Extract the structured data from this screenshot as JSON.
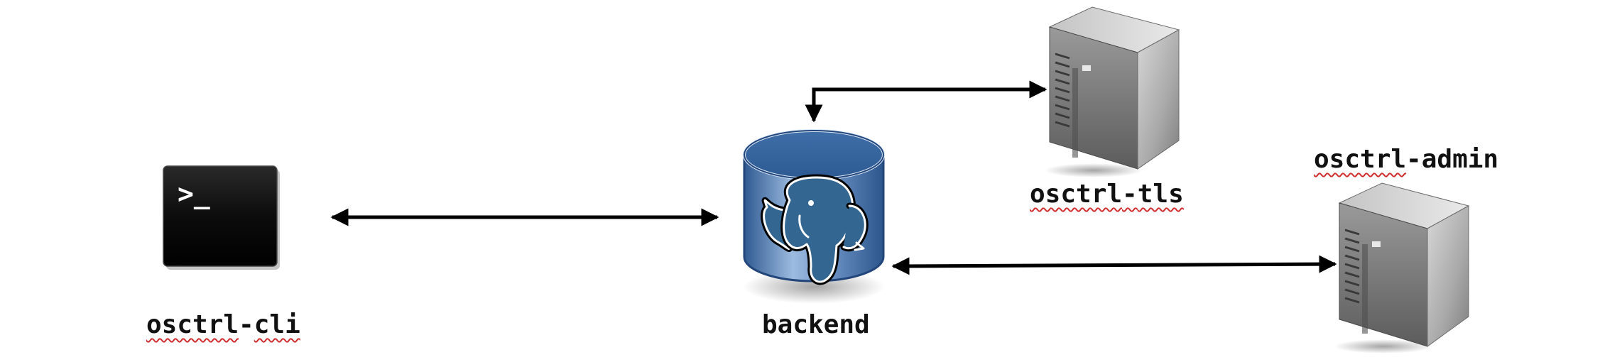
{
  "nodes": {
    "cli": {
      "label_part1": "osctrl",
      "label_sep": "-",
      "label_part2": "cli",
      "prompt": ">_"
    },
    "backend": {
      "label": "backend"
    },
    "tls": {
      "label_part1": "osctrl",
      "label_sep": "-",
      "label_part2": "tls"
    },
    "admin": {
      "label_part1": "osctrl",
      "label_sep": "-",
      "label_part2": "admin"
    }
  },
  "colors": {
    "arrow": "#000000",
    "db_blue": "#3b6aa3",
    "db_light": "#8fb0d8",
    "server_grey": "#8a8a8a",
    "terminal": "#0b0b0b",
    "spellcheck": "#d03030"
  },
  "icons": [
    "terminal-icon",
    "postgresql-database-icon",
    "server-icon",
    "server-icon"
  ]
}
